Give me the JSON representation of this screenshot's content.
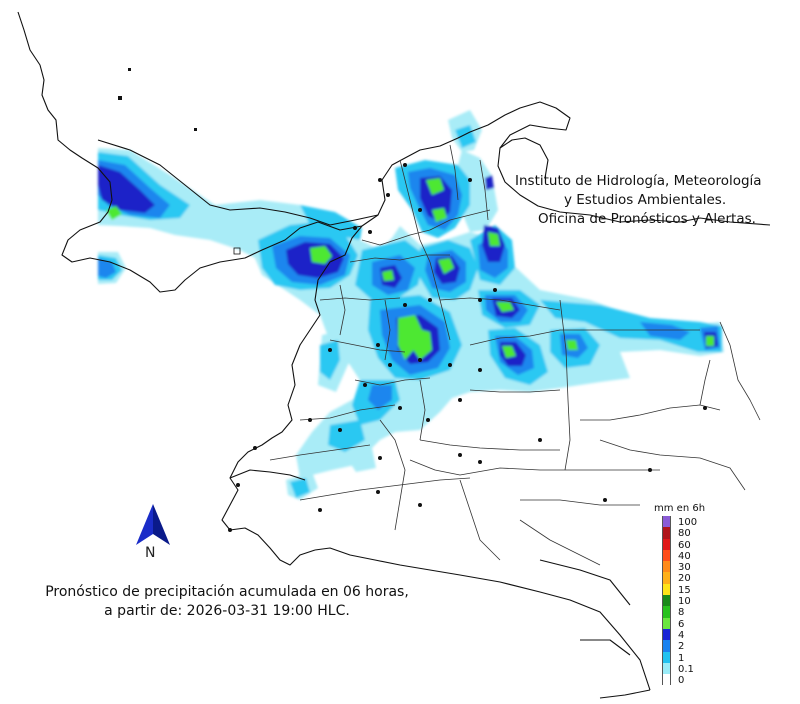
{
  "institution": {
    "line1": "Instituto de Hidrología, Meteorología",
    "line2": "y Estudios Ambientales.",
    "line3": "Oficina de Pronósticos y Alertas."
  },
  "caption": {
    "line1": "Pronóstico de precipitación acumulada en 06 horas,",
    "line2": "a partir de: 2026-03-31 19:00 HLC."
  },
  "north_label": "N",
  "north_arrow_icon": "north-arrow-icon",
  "legend": {
    "title": "mm en 6h",
    "entries": [
      {
        "label": "100",
        "color": "#8a5bd6"
      },
      {
        "label": "80",
        "color": "#b0141a"
      },
      {
        "label": "60",
        "color": "#e01818"
      },
      {
        "label": "40",
        "color": "#ff4d1a"
      },
      {
        "label": "30",
        "color": "#ff8a1a"
      },
      {
        "label": "20",
        "color": "#ffb01a"
      },
      {
        "label": "15",
        "color": "#ffe41a"
      },
      {
        "label": "10",
        "color": "#1a8a1a"
      },
      {
        "label": "8",
        "color": "#28c21e"
      },
      {
        "label": "6",
        "color": "#6ae640"
      },
      {
        "label": "4",
        "color": "#1a24d6"
      },
      {
        "label": "2",
        "color": "#1a82f0"
      },
      {
        "label": "1",
        "color": "#22c2f0"
      },
      {
        "label": "0.1",
        "color": "#9aecf8"
      },
      {
        "label": "0",
        "color": "#ffffff"
      }
    ]
  },
  "colors": {
    "light": "#a9ecf7",
    "cyan": "#2cc8f2",
    "blue": "#1f86ee",
    "dark": "#1a22c8",
    "green": "#4ee830",
    "outline": "#111111"
  }
}
